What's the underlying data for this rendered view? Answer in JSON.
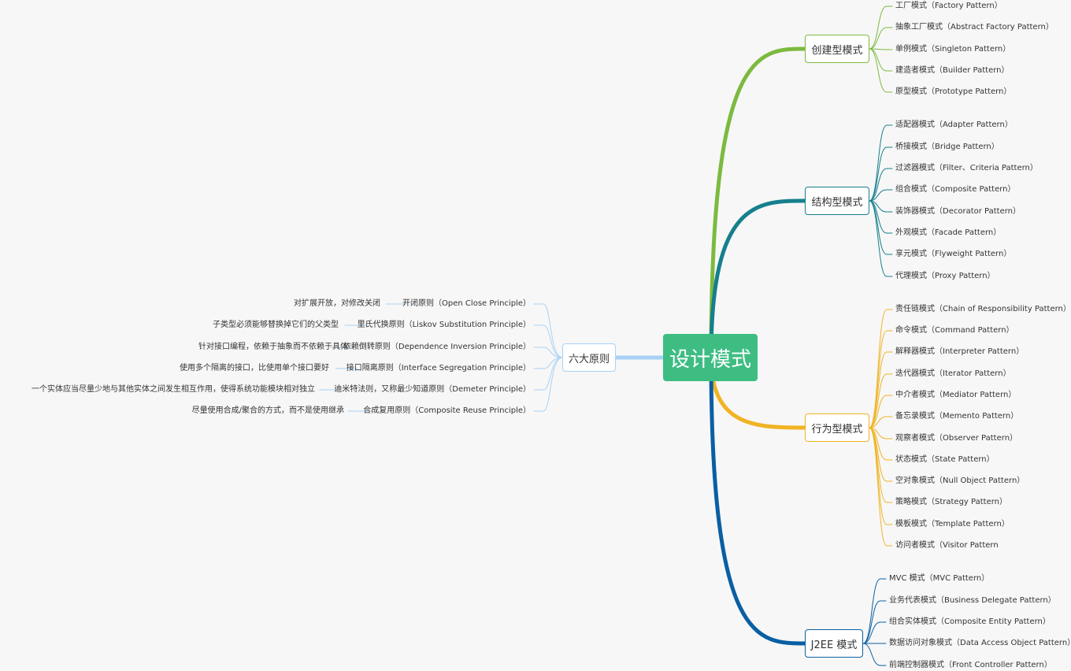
{
  "root": {
    "label": "设计模式",
    "color": "#3ebd83"
  },
  "branches": [
    {
      "id": "creational",
      "label": "创建型模式",
      "color": "#7cba3f",
      "items": [
        "工厂模式（Factory Pattern）",
        "抽象工厂模式（Abstract Factory Pattern）",
        "单例模式（Singleton Pattern）",
        "建造者模式（Builder Pattern）",
        "原型模式（Prototype Pattern）"
      ]
    },
    {
      "id": "structural",
      "label": "结构型模式",
      "color": "#167f8d",
      "items": [
        "适配器模式（Adapter Pattern）",
        "桥接模式（Bridge Pattern）",
        "过滤器模式（Filter、Criteria Pattern）",
        "组合模式（Composite Pattern）",
        "装饰器模式（Decorator Pattern）",
        "外观模式（Facade Pattern）",
        "享元模式（Flyweight Pattern）",
        "代理模式（Proxy Pattern）"
      ]
    },
    {
      "id": "behavioral",
      "label": "行为型模式",
      "color": "#f0b323",
      "items": [
        "责任链模式（Chain of Responsibility Pattern）",
        "命令模式（Command Pattern）",
        "解释器模式（Interpreter Pattern）",
        "迭代器模式（Iterator Pattern）",
        "中介者模式（Mediator Pattern）",
        "备忘录模式（Memento Pattern）",
        "观察者模式（Observer Pattern）",
        "状态模式（State Pattern）",
        "空对象模式（Null Object Pattern）",
        "策略模式（Strategy Pattern）",
        "模板模式（Template Pattern）",
        "访问者模式（Visitor Pattern"
      ]
    },
    {
      "id": "j2ee",
      "label": "J2EE 模式",
      "color": "#0a5fa3",
      "items": [
        "MVC 模式（MVC Pattern）",
        "业务代表模式（Business Delegate Pattern）",
        "组合实体模式（Composite Entity Pattern）",
        "数据访问对象模式（Data Access Object Pattern）",
        "前端控制器模式（Front Controller Pattern）"
      ]
    }
  ],
  "principles": {
    "label": "六大原则",
    "color": "#a9d1f5",
    "items": [
      {
        "name": "开闭原则（Open Close Principle）",
        "desc": "对扩展开放，对修改关闭"
      },
      {
        "name": "里氏代换原则（Liskov Substitution Principle）",
        "desc": "子类型必须能够替换掉它们的父类型"
      },
      {
        "name": "依赖倒转原则（Dependence Inversion Principle）",
        "desc": "针对接口编程，依赖于抽象而不依赖于具体"
      },
      {
        "name": "接口隔离原则（Interface Segregation Principle）",
        "desc": "使用多个隔离的接口，比使用单个接口要好"
      },
      {
        "name": "迪米特法则，又称最少知道原则（Demeter Principle）",
        "desc": "一个实体应当尽量少地与其他实体之间发生相互作用，使得系统功能模块相对独立"
      },
      {
        "name": "合成复用原则（Composite Reuse Principle）",
        "desc": "尽量使用合成/聚合的方式，而不是使用继承"
      }
    ]
  }
}
